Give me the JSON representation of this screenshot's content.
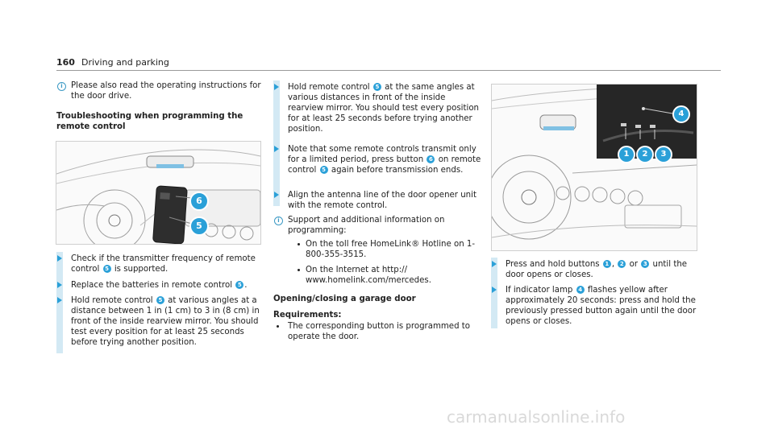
{
  "header": {
    "page_number": "160",
    "section_title": "Driving and parking"
  },
  "col1": {
    "info_note": "Please also read the operating instructions for the door drive.",
    "heading": "Troubleshooting when programming the remote control",
    "callouts": {
      "six": "6",
      "five": "5"
    },
    "steps": [
      {
        "pre": "Check if the transmitter frequency of remote control",
        "num": "5",
        "post": "is supported."
      },
      {
        "pre": "Replace the batteries in remote control",
        "num": "5",
        "post": "."
      },
      {
        "pre": "Hold remote control",
        "num": "5",
        "post": "at various angles at a distance between 1 in (1 cm) to 3 in (8 cm) in front of the inside rearview mirror. You should test every position for at least 25 seconds before trying another position."
      }
    ]
  },
  "col2": {
    "step_hold": {
      "pre": "Hold remote control",
      "num": "5",
      "post": "at the same angles at various distances in front of the inside rearview mirror. You should test every position for at least 25 seconds before trying another position."
    },
    "step_note": {
      "pre": "Note that some remote controls transmit only for a limited period, press button",
      "num1": "6",
      "mid": "on remote control",
      "num2": "5",
      "post": "again before transmission ends."
    },
    "step_align": "Align the antenna line of the door opener unit with the remote control.",
    "info_support": "Support and additional information on programming:",
    "support_items": [
      "On the toll free HomeLink® Hotline on 1-800-355-3515.",
      "On the Internet at http:// www.homelink.com/mercedes."
    ],
    "heading": "Opening/closing a garage door",
    "requirements_label": "Requirements:",
    "requirement": "The corresponding button is programmed to operate the door."
  },
  "col3": {
    "callouts": {
      "one": "1",
      "two": "2",
      "three": "3",
      "four": "4"
    },
    "step_press": {
      "pre": "Press and hold buttons",
      "n1": "1",
      "sep1": ",",
      "n2": "2",
      "sep2": "or",
      "n3": "3",
      "post": "until the door opens or closes."
    },
    "step_indicator": {
      "pre": "If indicator lamp",
      "num": "4",
      "post": "flashes yellow after approximately 20 seconds: press and hold the previously pressed button again until the door opens or closes."
    }
  },
  "watermark": "carmanualsonline.info",
  "colors": {
    "accent": "#2aa0d8",
    "bar": "#d3e9f4"
  }
}
